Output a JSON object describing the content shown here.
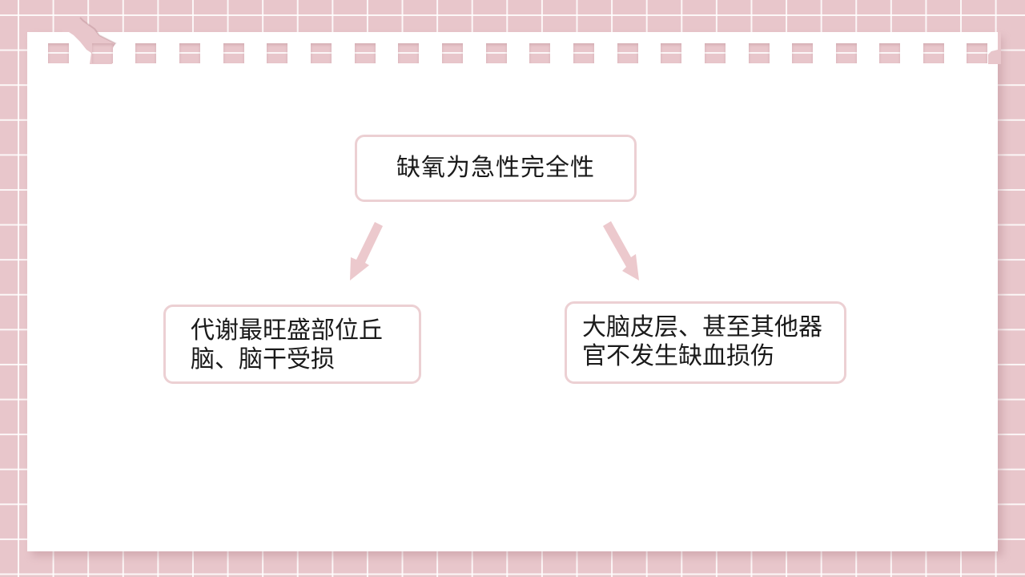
{
  "colors": {
    "background_pink": "#e8c6cb",
    "grid_line": "#ffffff",
    "card": "#ffffff",
    "box_border": "#ecd0d3",
    "arrow": "#ecc9cd",
    "text": "#1a1a1a"
  },
  "diagram": {
    "top_node": {
      "label": "缺氧为急性完全性"
    },
    "left_node": {
      "lines": [
        "代谢最旺盛部位丘",
        "脑、脑干受损"
      ]
    },
    "right_node": {
      "lines": [
        "大脑皮层、甚至其他器",
        "官不发生缺血损伤"
      ]
    },
    "arrows": [
      {
        "from": "top_node",
        "to": "left_node",
        "direction": "down-left"
      },
      {
        "from": "top_node",
        "to": "right_node",
        "direction": "down-right"
      }
    ]
  }
}
